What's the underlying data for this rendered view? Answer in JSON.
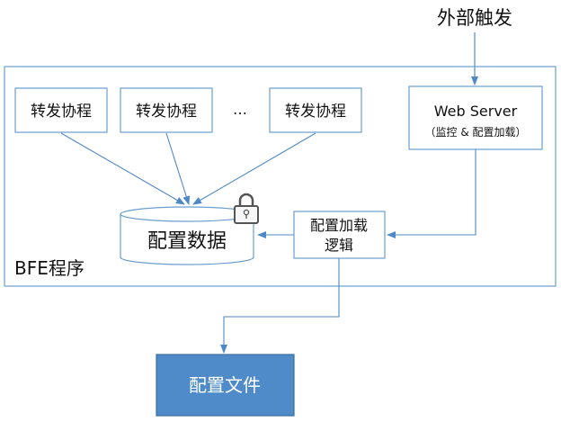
{
  "external_trigger": "外部触发",
  "program_label": "BFE程序",
  "protocols": [
    "转发协程",
    "转发协程",
    "…",
    "转发协程"
  ],
  "web_server": {
    "title": "Web Server",
    "subtitle": "（监控 & 配置加载）"
  },
  "config_data": "配置数据",
  "config_logic": [
    "配置加载",
    "逻辑"
  ],
  "config_file": "配置文件",
  "icons": {
    "lock": "lock-icon"
  },
  "colors": {
    "border": "#6a9ed0",
    "arrow": "#4f88c6",
    "file_fill": "#4f8bc8",
    "file_border": "#3a6e9f",
    "text": "#111111",
    "file_text": "#ffffff"
  }
}
